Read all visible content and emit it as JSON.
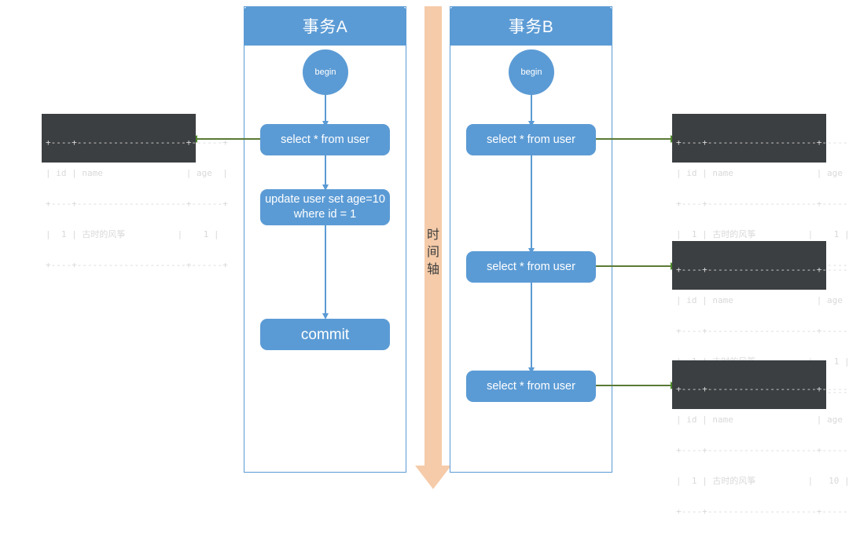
{
  "diagram": {
    "title_a": "事务A",
    "title_b": "事务B",
    "time_axis_label": "时间轴",
    "time_axis_chars": [
      "时",
      "间",
      "轴"
    ]
  },
  "colors": {
    "node_blue": "#5B9BD5",
    "container_border": "#5B9BD5",
    "green_connector": "#5A7A36",
    "time_axis": "#F5CBA9",
    "console_bg": "#3C3F41",
    "console_text": "#D9D9D9"
  },
  "transaction_a": {
    "title": "事务A",
    "nodes": [
      {
        "id": "a-begin",
        "type": "circle",
        "label": "begin"
      },
      {
        "id": "a-select-1",
        "type": "box",
        "label": "select * from user"
      },
      {
        "id": "a-update",
        "type": "box",
        "label": "update user set age=10\nwhere id = 1",
        "line1": "update user set age=10",
        "line2": "where id = 1"
      },
      {
        "id": "a-commit",
        "type": "box",
        "label": "commit"
      }
    ]
  },
  "transaction_b": {
    "title": "事务B",
    "nodes": [
      {
        "id": "b-begin",
        "type": "circle",
        "label": "begin"
      },
      {
        "id": "b-select-1",
        "type": "box",
        "label": "select * from user"
      },
      {
        "id": "b-select-2",
        "type": "box",
        "label": "select * from user"
      },
      {
        "id": "b-select-3",
        "type": "box",
        "label": "select * from user"
      }
    ]
  },
  "result_tables": [
    {
      "id": "result-a-select-1",
      "side": "left",
      "columns": [
        "id",
        "name",
        "age"
      ],
      "rows": [
        {
          "id": "1",
          "name": "古时的风筝",
          "age": "1"
        }
      ],
      "lines": [
        "+----+---------------------+------+",
        "| id | name                | age  |",
        "+----+---------------------+------+",
        "|  1 | 古时的风筝          |    1 |",
        "+----+---------------------+------+"
      ]
    },
    {
      "id": "result-b-select-1",
      "side": "right",
      "columns": [
        "id",
        "name",
        "age"
      ],
      "rows": [
        {
          "id": "1",
          "name": "古时的风筝",
          "age": "1"
        }
      ],
      "lines": [
        "+----+---------------------+------+",
        "| id | name                | age  |",
        "+----+---------------------+------+",
        "|  1 | 古时的风筝          |    1 |",
        "+----+---------------------+------+"
      ]
    },
    {
      "id": "result-b-select-2",
      "side": "right",
      "columns": [
        "id",
        "name",
        "age"
      ],
      "rows": [
        {
          "id": "1",
          "name": "古时的风筝",
          "age": "1"
        }
      ],
      "lines": [
        "+----+---------------------+------+",
        "| id | name                | age  |",
        "+----+---------------------+------+",
        "|  1 | 古时的风筝          |    1 |",
        "+----+---------------------+------+"
      ]
    },
    {
      "id": "result-b-select-3",
      "side": "right",
      "columns": [
        "id",
        "name",
        "age"
      ],
      "rows": [
        {
          "id": "1",
          "name": "古时的风筝",
          "age": "10"
        }
      ],
      "lines": [
        "+----+---------------------+------+",
        "| id | name                | age  |",
        "+----+---------------------+------+",
        "|  1 | 古时的风筝          |   10 |",
        "+----+---------------------+------+"
      ]
    }
  ]
}
